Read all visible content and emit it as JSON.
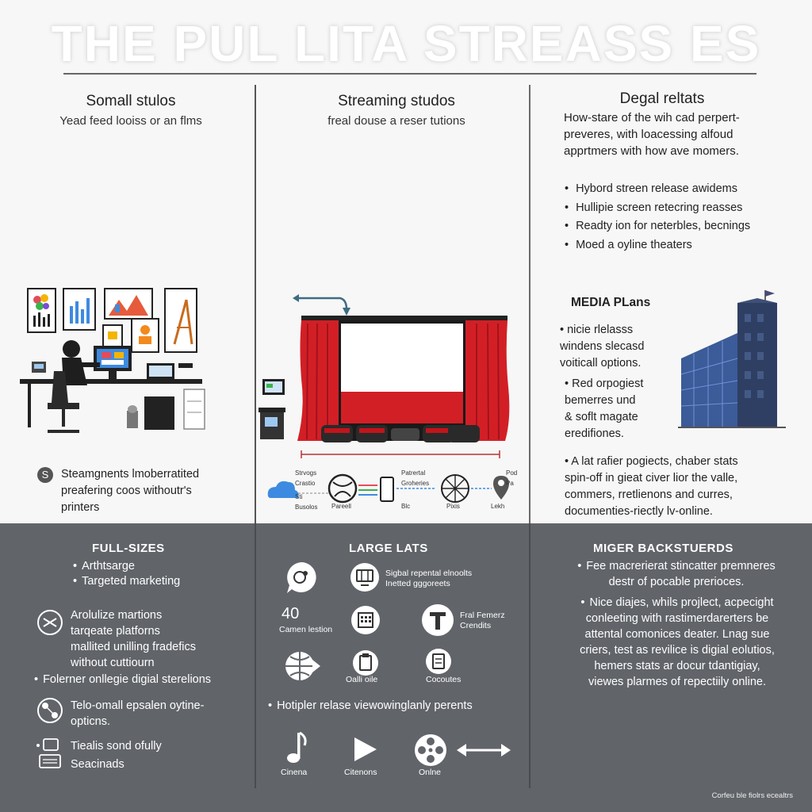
{
  "header": {
    "title": "THE PUL LITA  STREASS ES"
  },
  "columns": {
    "small": {
      "title": "Somall stulos",
      "subtitle": "Yead feed looiss or an flms",
      "badge": "S",
      "note": "Steamgnents lmoberratited\npreafering coos withoutr's\nprinters"
    },
    "streaming": {
      "title": "Streaming studos",
      "subtitle": "freal douse a reser tutions",
      "labels": [
        "Strvogs\nCrastio",
        "Patrertal\nGroheries",
        "Pod\nPa",
        "Sti\nBusolos",
        "Pareell",
        "Blc",
        "Pixis",
        "Lekh"
      ]
    },
    "digital": {
      "title": "Degal reltats",
      "intro": "How-stare of the wih cad perpert-\npreveres, with loacessing alfoud\napprtmers with how ave momers.",
      "bullets": [
        "Hybord streen release awidems",
        "Hullipie screen retecring reasses",
        "Readty ion for neterbles, becnings",
        "Moed a oyline theaters"
      ],
      "media_title": "MEDIA PLans",
      "media_text1": "• nicie rlelasss\nwindens slecasd\nvoiticall options.",
      "media_text2": "• Red orpogiest\nbemerres und\n& soflt magate\neredifiones.",
      "media_text3": "• A lat rafier pogiects, chaber stats\nspin-off in gieat civer lior the valle,\ncommers, rretlienons and curres,\ndocumenties-riectly lv-online."
    }
  },
  "bottom": {
    "left": {
      "title": "FULL-SIZES",
      "items": [
        "Arthtsarge",
        "Targeted marketing"
      ],
      "block1": "Arolulize martions\ntarqeate platforns\nmallited unilling fradefics\nwithout cuttiourn",
      "item3": "Folerner onllegie digial sterelions",
      "block2": "Telo-omall epsalen oytine-\nopticns.",
      "block3": "Tiealis sond ofully\nSeacinads"
    },
    "mid": {
      "title": "LARGE LATS",
      "item1": "Sigbal repental elnoolts\nInetted gggoreets",
      "num": "40",
      "label_cam": "Camen lestion",
      "label_t": "Fral Femerz\nCrendits",
      "label_oalli": "Oalli oile",
      "label_coco": "Cocoutes",
      "item_bullet": "Hotipler relase viewowinglanly perents",
      "label_cinema": "Cinena",
      "label_citeons": "Citenons",
      "label_online": "Onlne"
    },
    "right": {
      "title": "MIGER BACKSTUERDS",
      "p1": "Fee macrerierat stincatter premneres\ndestr of pocable prerioces.",
      "p2": "Nice diajes, whils projlect, acpecight\nconleeting with rastimerdarerters be\nattental comonices deater. Lnag sue\ncriers, test as revilice is digial eolutios,\nhemers stats ar docur tdantigiay,\nviewes plarmes of repectiily online."
    },
    "footer": "Corfeu ble fiolrs ecealtrs"
  },
  "colors": {
    "curtain": "#d21f26",
    "bottom_bg": "#616469",
    "building": "#3b5b99",
    "accent_blue": "#3d8be0"
  }
}
